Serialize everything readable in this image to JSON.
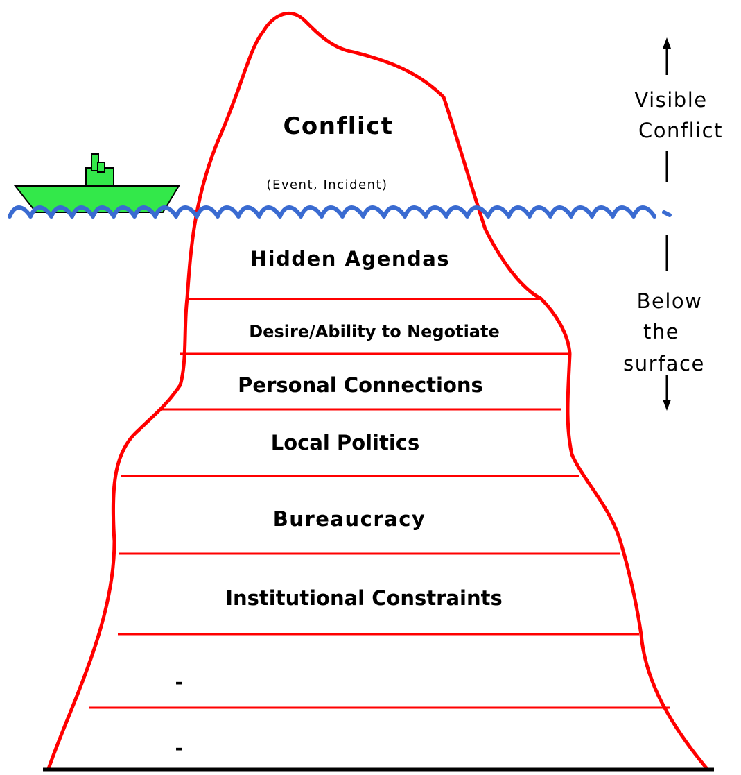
{
  "diagram": {
    "top": {
      "title": "Conflict",
      "subtitle": "(Event, Incident)"
    },
    "layers": [
      "Hidden Agendas",
      "Desire/Ability to Negotiate",
      "Personal Connections",
      "Local Politics",
      "Bureaucracy",
      "Institutional Constraints",
      "-",
      "-"
    ],
    "side_labels": {
      "visible": [
        "Visible",
        "Conflict"
      ],
      "below": [
        "Below",
        "the",
        "surface"
      ]
    }
  },
  "colors": {
    "iceberg_outline": "#ff0000",
    "water": "#3a6bd1",
    "ship": "#33e84a",
    "text": "#000000"
  },
  "icons": [
    "ship-icon",
    "water-waves",
    "up-arrow-icon",
    "down-arrow-icon"
  ]
}
